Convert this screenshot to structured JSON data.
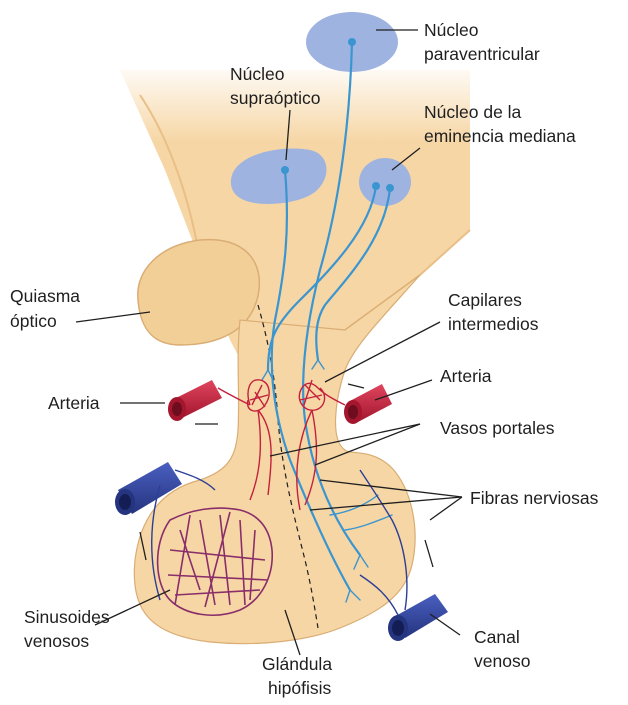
{
  "colors": {
    "tissue": "#f6d6a4",
    "tissue_outline": "#c9a06e",
    "nucleus": "#9eb3e0",
    "nerve": "#3b95d0",
    "artery": "#c4213d",
    "vein": "#2c3f97",
    "text": "#1f1f1f"
  },
  "labels": {
    "nucleo_paraventricular": [
      "Núcleo",
      "paraventricular"
    ],
    "nucleo_supraoptico": [
      "Núcleo",
      "supraóptico"
    ],
    "nucleo_eminencia": [
      "Núcleo de la",
      "eminencia mediana"
    ],
    "quiasma": [
      "Quiasma",
      "óptico"
    ],
    "capilares": [
      "Capilares",
      "intermedios"
    ],
    "arteria_left": "Arteria",
    "arteria_right": "Arteria",
    "vasos_portales": "Vasos portales",
    "fibras_nerviosas": "Fibras nerviosas",
    "sinusoides": [
      "Sinusoides",
      "venosos"
    ],
    "canal_venoso": [
      "Canal",
      "venoso"
    ],
    "glandula": [
      "Glándula",
      "hipófisis"
    ]
  },
  "icons": {
    "nucleus": "nucleus-blob-icon",
    "artery": "artery-tube-icon",
    "vein": "vein-tube-icon"
  }
}
